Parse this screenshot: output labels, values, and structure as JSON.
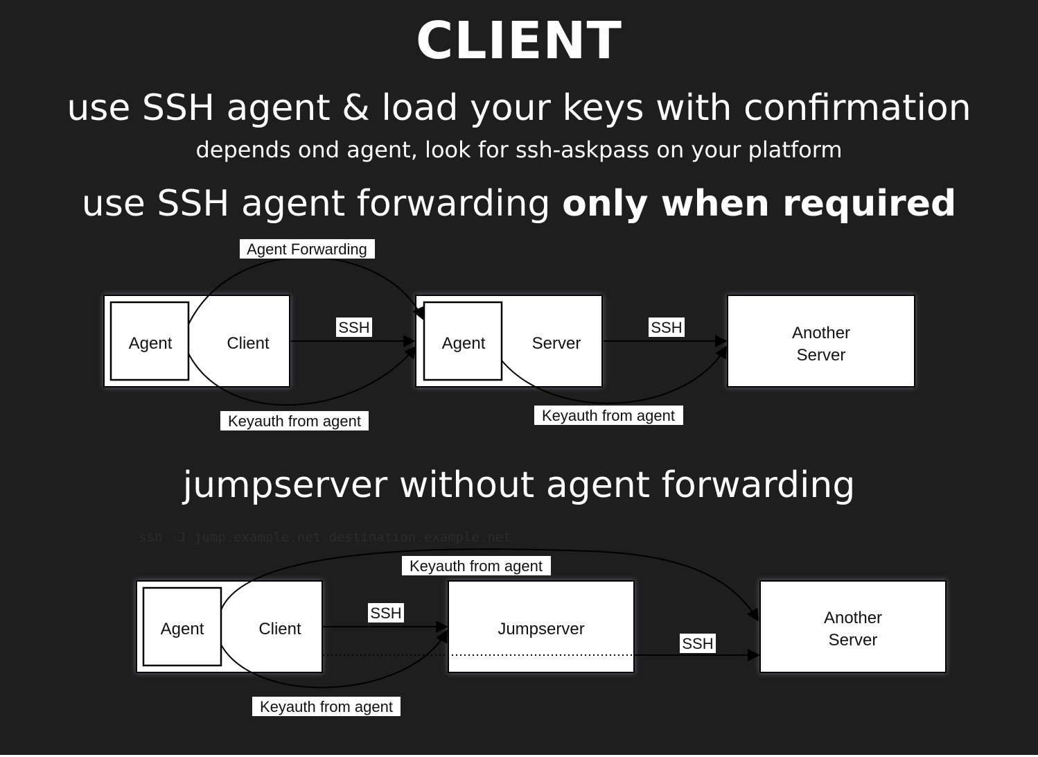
{
  "slide": {
    "title": "CLIENT",
    "heading1": "use SSH agent & load your keys with confirmation",
    "subheading1": "depends ond agent, look for ssh-askpass on your platform",
    "heading2_prefix": "use SSH agent forwarding ",
    "heading2_bold": "only when required",
    "heading3": "jumpserver without agent forwarding",
    "command": "ssh -J jump.example.net destination.example.net"
  },
  "diagram1": {
    "client_agent": "Agent",
    "client": "Client",
    "server_agent": "Agent",
    "server": "Server",
    "another_server_line1": "Another",
    "another_server_line2": "Server",
    "label_agent_forwarding": "Agent Forwarding",
    "label_ssh_1": "SSH",
    "label_ssh_2": "SSH",
    "label_keyauth_1": "Keyauth from agent",
    "label_keyauth_2": "Keyauth from agent"
  },
  "diagram2": {
    "client_agent": "Agent",
    "client": "Client",
    "jumpserver": "Jumpserver",
    "another_server_line1": "Another",
    "another_server_line2": "Server",
    "label_keyauth_top": "Keyauth from agent",
    "label_ssh_1": "SSH",
    "label_ssh_2": "SSH",
    "label_keyauth_bottom": "Keyauth from agent"
  }
}
